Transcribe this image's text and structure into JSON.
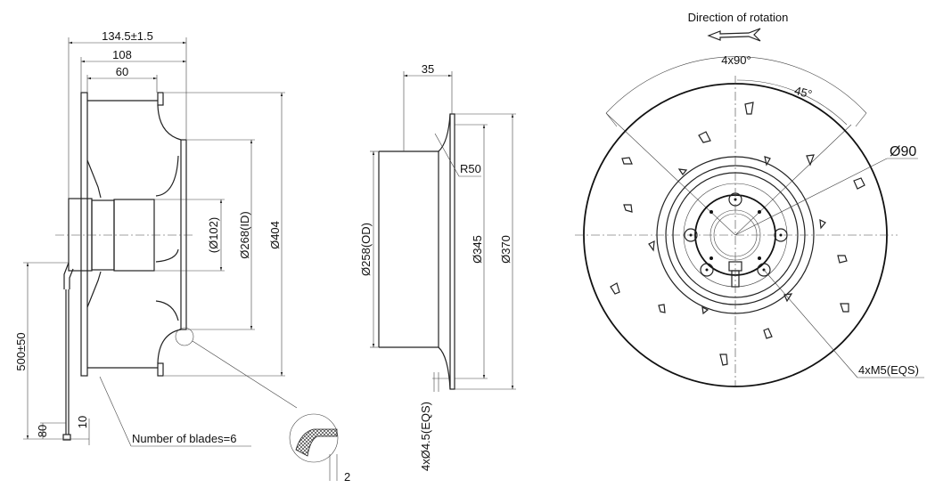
{
  "side_view": {
    "dim_overall_length": "134.5±1.5",
    "dim_108": "108",
    "dim_60": "60",
    "dim_hub": "(Ø102)",
    "dim_inlet_id": "Ø268(ID)",
    "dim_outer": "Ø404",
    "dim_cable": "500±50",
    "dim_80": "80",
    "dim_10": "10",
    "blades_note": "Number of blades=6"
  },
  "inlet_ring_view": {
    "dim_35": "35",
    "radius": "R50",
    "dim_od": "Ø258(OD)",
    "dim_345": "Ø345",
    "dim_370": "Ø370",
    "holes": "4xØ4.5(EQS)",
    "detail_2": "2"
  },
  "front_view": {
    "rotation_label": "Direction of rotation",
    "angle_4x90": "4x90°",
    "angle_45": "45°",
    "dim_90": "Ø90",
    "threads": "4xM5(EQS)"
  }
}
